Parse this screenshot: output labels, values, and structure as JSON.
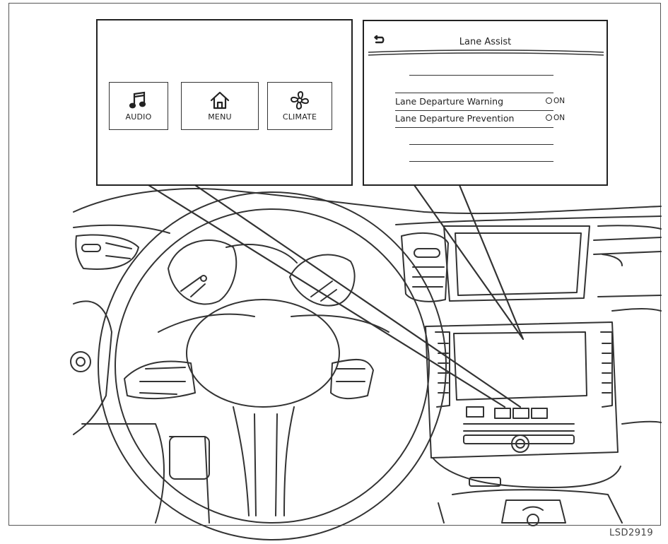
{
  "left_callout": {
    "buttons": [
      {
        "label": "AUDIO",
        "icon": "music-note-icon"
      },
      {
        "label": "MENU",
        "icon": "home-icon"
      },
      {
        "label": "CLIMATE",
        "icon": "fan-icon"
      }
    ]
  },
  "right_callout": {
    "header": {
      "title": "Lane Assist",
      "back_icon": "back-arrow-icon"
    },
    "settings": [
      {
        "label": "Lane Departure Warning",
        "state": "ON"
      },
      {
        "label": "Lane Departure Prevention",
        "state": "ON"
      }
    ]
  },
  "figure_code": "LSD2919"
}
